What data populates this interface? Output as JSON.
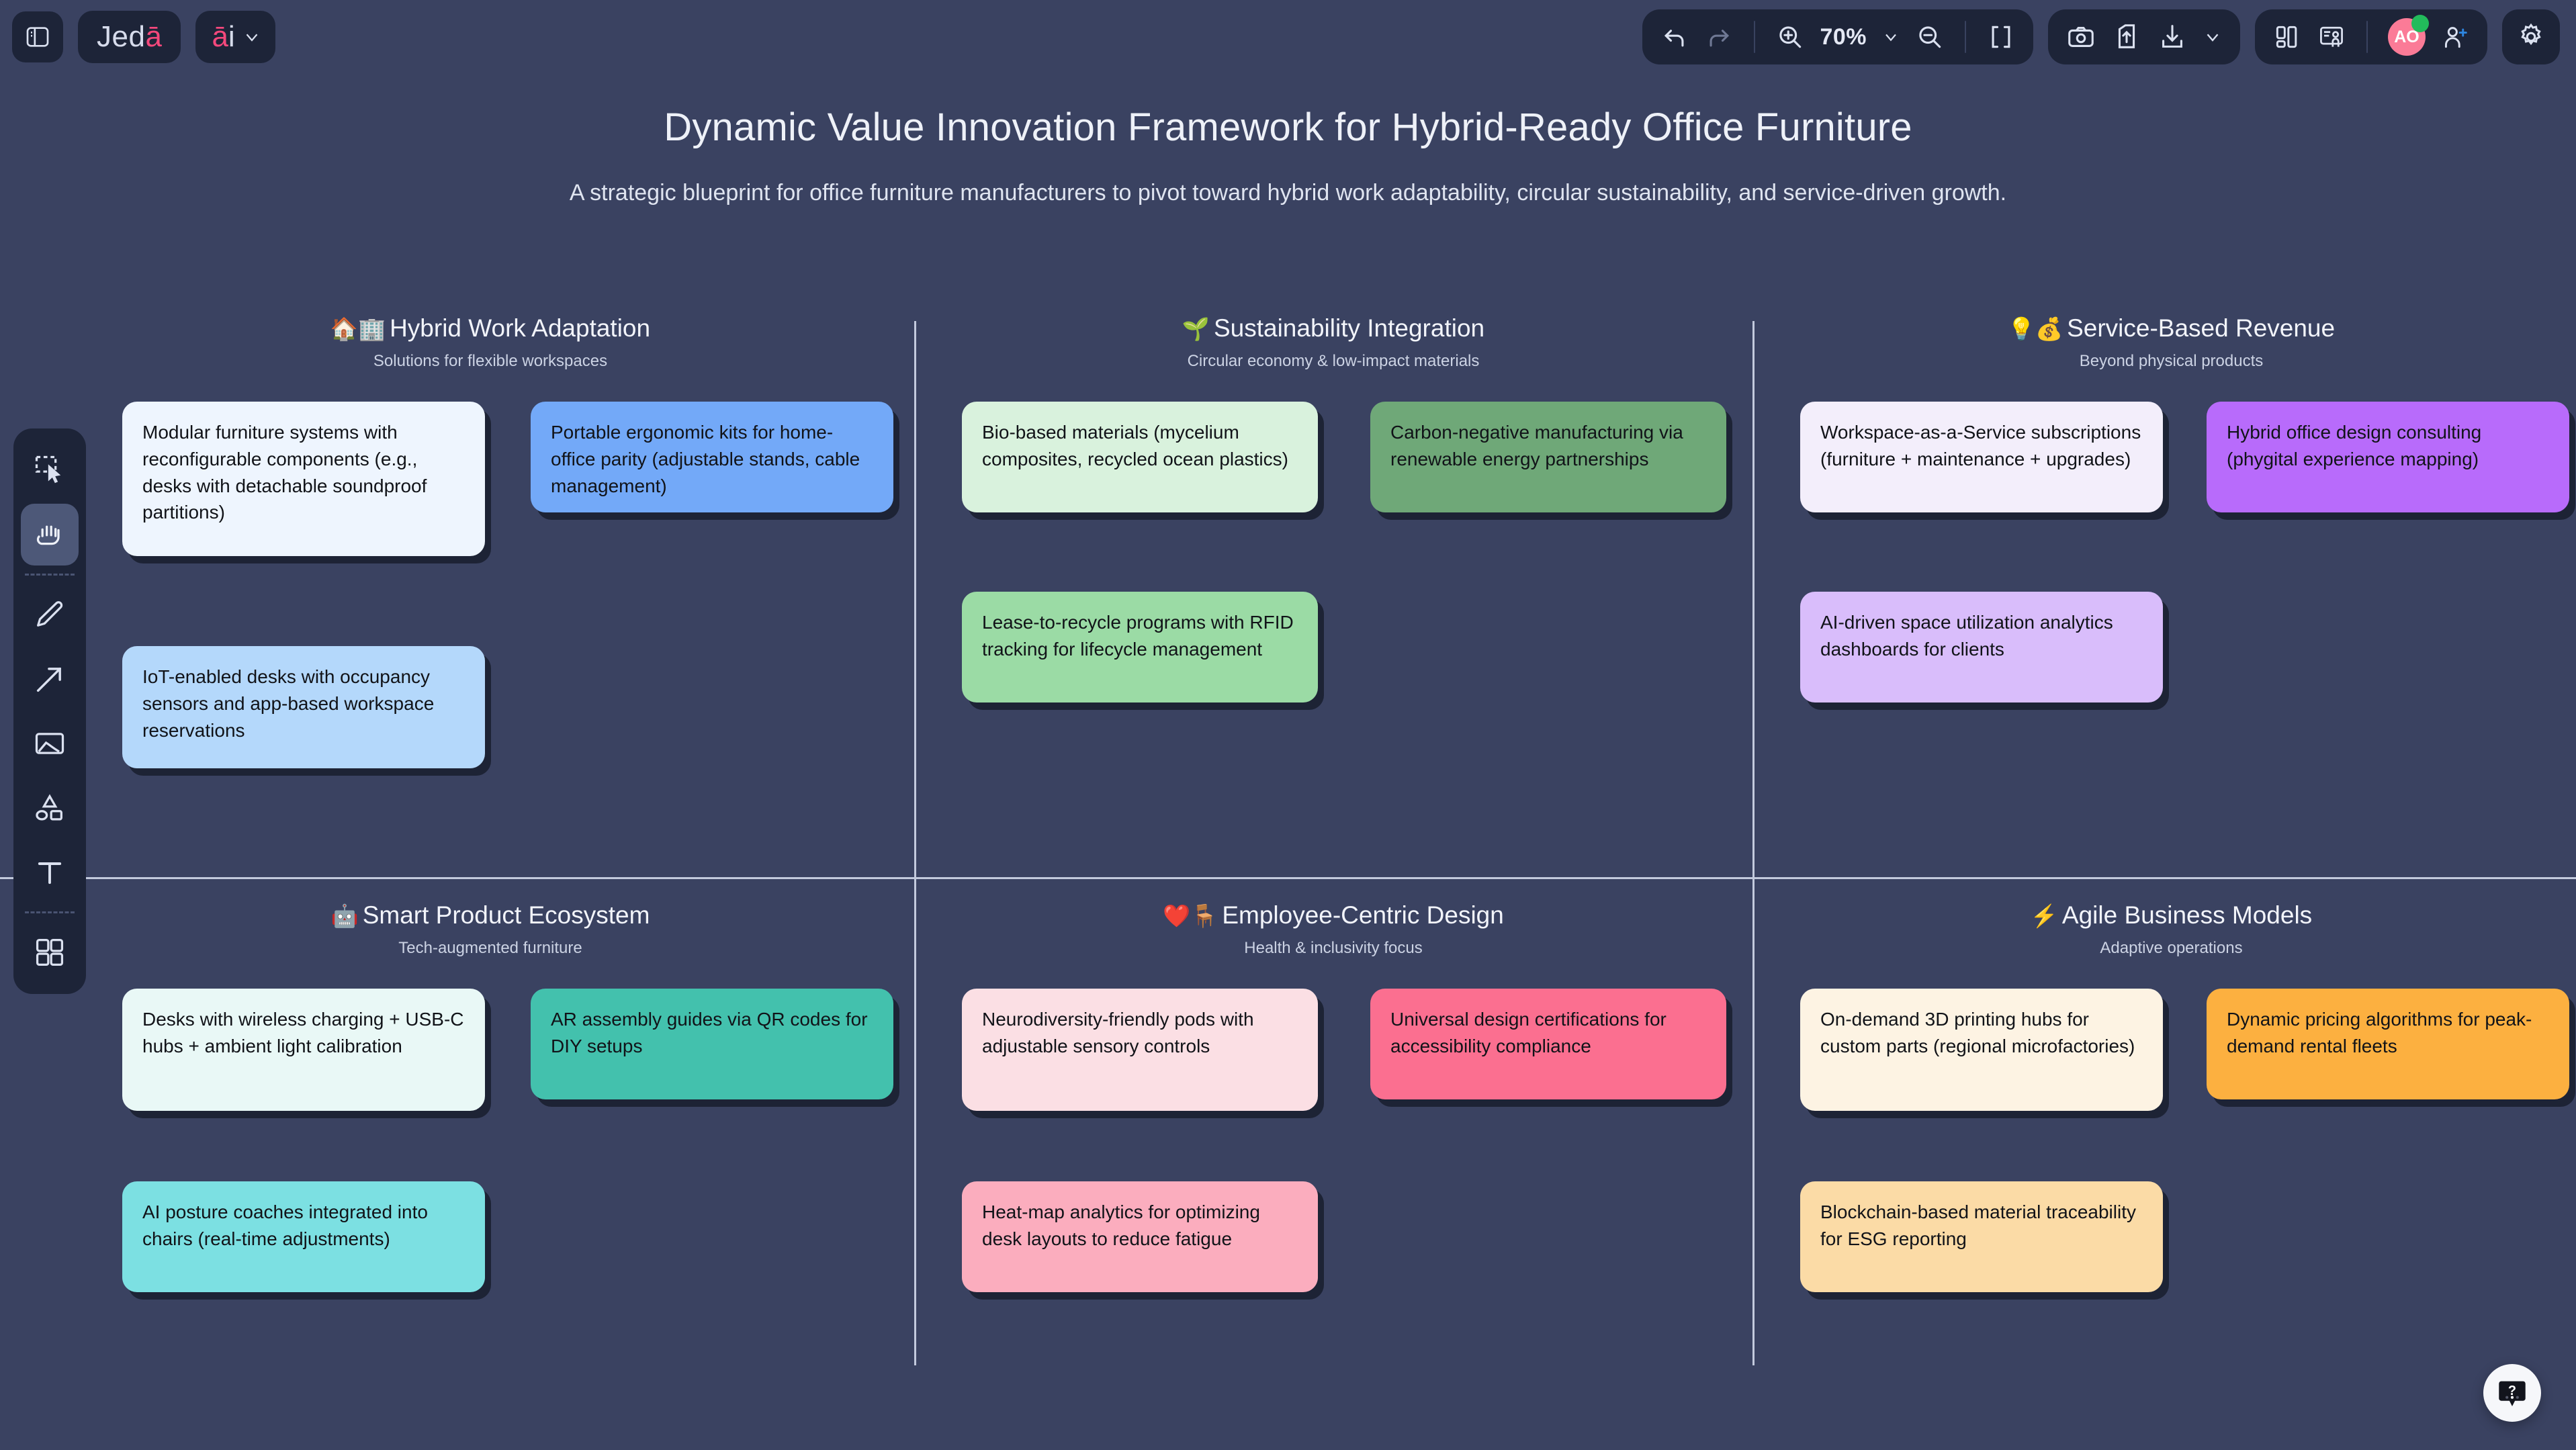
{
  "app": {
    "logo_text_main": "Jed",
    "logo_text_accent": "ā",
    "ai_badge_accent": "ā",
    "ai_badge_rest": "i"
  },
  "toolbar": {
    "zoom_level": "70%",
    "icons": [
      "undo-icon",
      "redo-icon",
      "zoom-in-icon",
      "zoom-out-icon",
      "fit-screen-icon",
      "camera-icon",
      "upload-icon",
      "download-icon",
      "chevron-down-icon",
      "layout-icon",
      "present-icon",
      "add-user-icon",
      "settings-icon"
    ],
    "avatar_initials": "AO"
  },
  "tools": {
    "items": [
      {
        "name": "select-tool",
        "active": false
      },
      {
        "name": "hand-tool",
        "active": true
      },
      {
        "name": "pencil-tool",
        "active": false
      },
      {
        "name": "arrow-tool",
        "active": false
      },
      {
        "name": "image-tool",
        "active": false
      },
      {
        "name": "shapes-tool",
        "active": false
      },
      {
        "name": "text-tool",
        "active": false
      },
      {
        "name": "grid-tool",
        "active": false
      }
    ]
  },
  "board": {
    "title": "Dynamic Value Innovation Framework for Hybrid-Ready Office Furniture",
    "subtitle": "A strategic blueprint for office furniture manufacturers to pivot toward hybrid work adaptability, circular sustainability, and service-driven growth.",
    "quadrants": [
      {
        "emoji": "🏠🏢",
        "title": "Hybrid Work Adaptation",
        "subtitle": "Solutions for flexible workspaces",
        "cards": [
          {
            "text": "Modular furniture systems with reconfigurable components (e.g., desks with detachable soundproof partitions)",
            "color": "#eef5fe"
          },
          {
            "text": "Portable ergonomic kits for home-office parity (adjustable stands, cable management)",
            "color": "#73a9f8"
          },
          {
            "text": "IoT-enabled desks with occupancy sensors and app-based workspace reservations",
            "color": "#b4d8fb"
          }
        ]
      },
      {
        "emoji": "🌱",
        "title": "Sustainability Integration",
        "subtitle": "Circular economy & low-impact materials",
        "cards": [
          {
            "text": "Bio-based materials (mycelium composites, recycled ocean plastics)",
            "color": "#d9f2dd"
          },
          {
            "text": "Carbon-negative manufacturing via renewable energy partnerships",
            "color": "#6fa878"
          },
          {
            "text": "Lease-to-recycle programs with RFID tracking for lifecycle management",
            "color": "#9bdba5"
          }
        ]
      },
      {
        "emoji": "💡💰",
        "title": "Service-Based Revenue",
        "subtitle": "Beyond physical products",
        "cards": [
          {
            "text": "Workspace-as-a-Service subscriptions (furniture + maintenance + upgrades)",
            "color": "#f3eefb"
          },
          {
            "text": "Hybrid office design consulting (phygital experience mapping)",
            "color": "#b86bfb"
          },
          {
            "text": "AI-driven space utilization analytics dashboards for clients",
            "color": "#d9bdfb"
          }
        ]
      },
      {
        "emoji": "🤖",
        "title": "Smart Product Ecosystem",
        "subtitle": "Tech-augmented furniture",
        "cards": [
          {
            "text": "Desks with wireless charging + USB-C hubs + ambient light calibration",
            "color": "#e9f8f6"
          },
          {
            "text": "AR assembly guides via QR codes for DIY setups",
            "color": "#43c1ad"
          },
          {
            "text": "AI posture coaches integrated into chairs (real-time adjustments)",
            "color": "#7ce0e2"
          }
        ]
      },
      {
        "emoji": "❤️🪑",
        "title": "Employee-Centric Design",
        "subtitle": "Health & inclusivity focus",
        "cards": [
          {
            "text": "Neurodiversity-friendly pods with adjustable sensory controls",
            "color": "#fbdfe4"
          },
          {
            "text": "Universal design certifications for accessibility compliance",
            "color": "#fb6f90"
          },
          {
            "text": "Heat-map analytics for optimizing desk layouts to reduce fatigue",
            "color": "#fbadbe"
          }
        ]
      },
      {
        "emoji": "⚡",
        "title": "Agile Business Models",
        "subtitle": "Adaptive operations",
        "cards": [
          {
            "text": "On-demand 3D printing hubs for custom parts (regional microfactories)",
            "color": "#fdf3e3"
          },
          {
            "text": "Dynamic pricing algorithms for peak-demand rental fleets",
            "color": "#fcb040"
          },
          {
            "text": "Blockchain-based material traceability for ESG reporting",
            "color": "#fbdba6"
          }
        ]
      }
    ]
  },
  "help": {
    "icon": "help-question-icon"
  },
  "colors": {
    "canvas_bg": "#3a4261",
    "chrome_bg": "#1d2438",
    "accent_pink": "#f4487c",
    "divider": "#c3cadd"
  }
}
